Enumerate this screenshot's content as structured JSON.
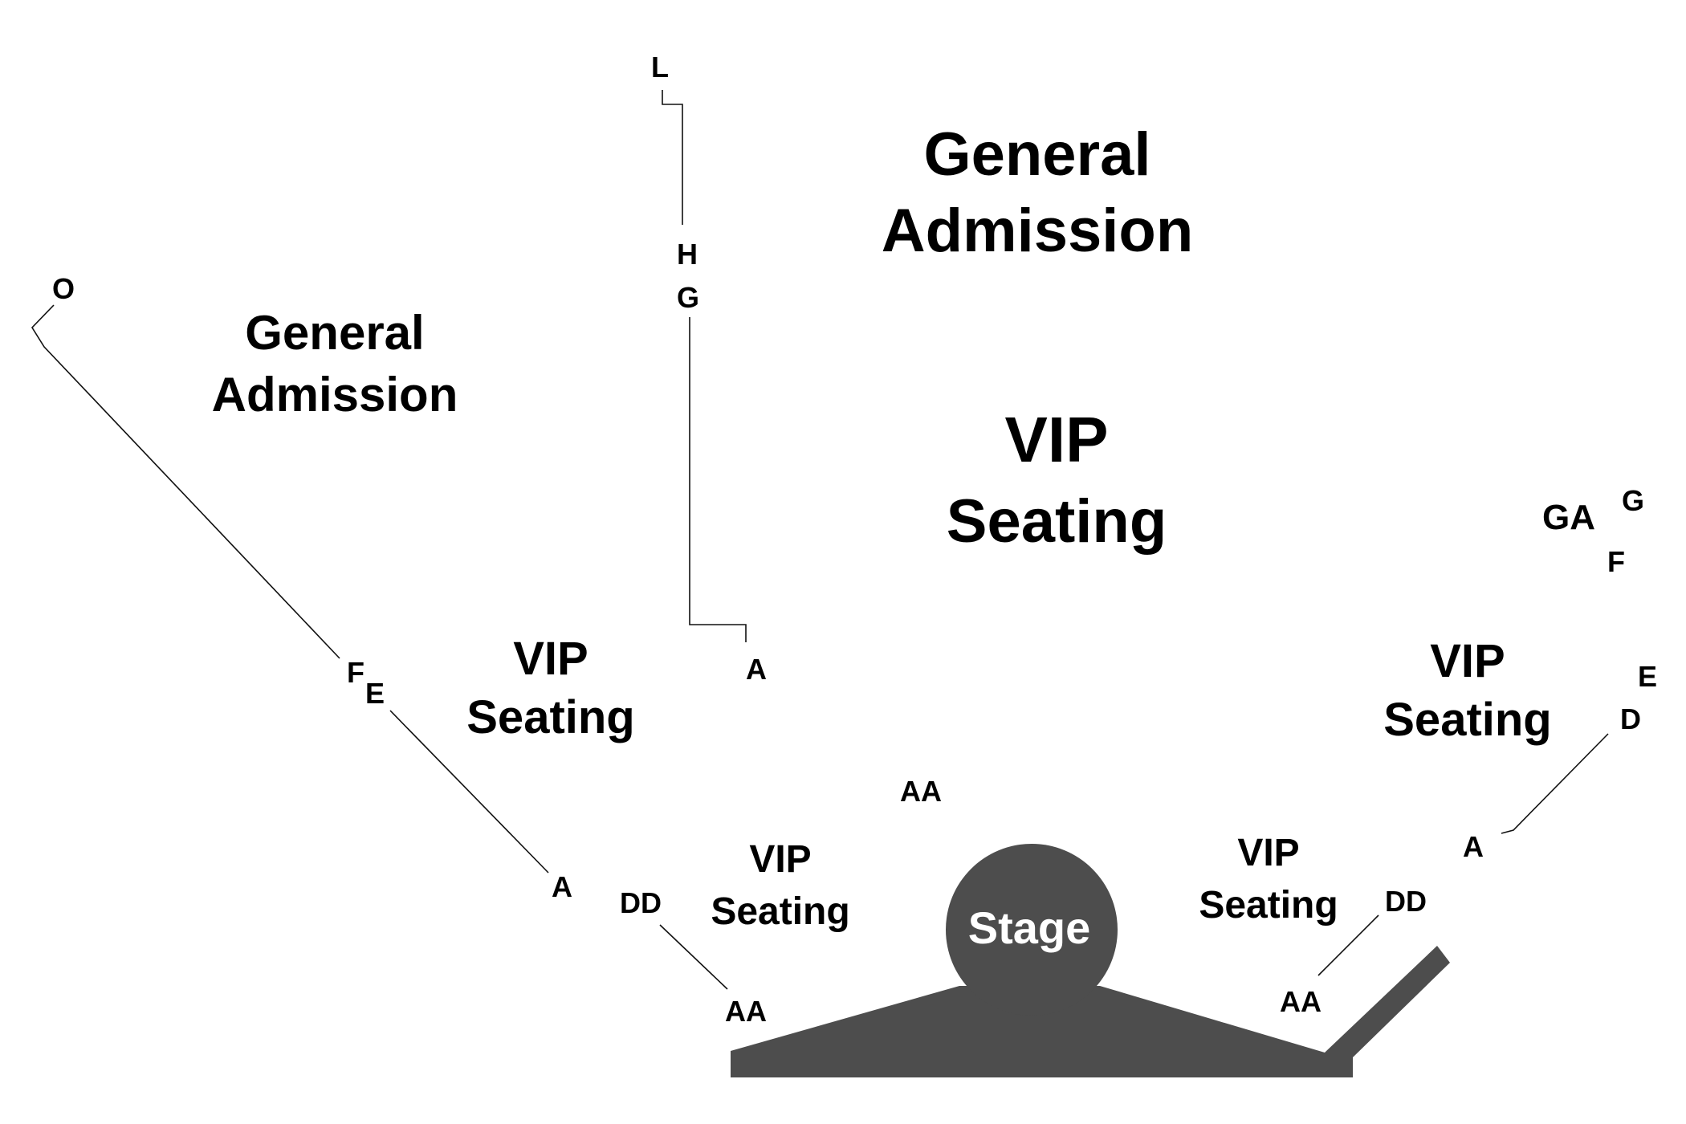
{
  "colors": {
    "stage_fill": "#4d4d4d",
    "stage_text": "#ffffff",
    "text": "#000000",
    "row_line": "#111111",
    "background": "#ffffff"
  },
  "stage": {
    "label": "Stage"
  },
  "zones": {
    "ga_center": {
      "line1": "General",
      "line2": "Admission"
    },
    "ga_left": {
      "line1": "General",
      "line2": "Admission"
    },
    "vip_center": {
      "line1": "VIP",
      "line2": "Seating"
    },
    "vip_left": {
      "line1": "VIP",
      "line2": "Seating"
    },
    "vip_right": {
      "line1": "VIP",
      "line2": "Seating"
    },
    "vip_front_left": {
      "line1": "VIP",
      "line2": "Seating"
    },
    "vip_front_right": {
      "line1": "VIP",
      "line2": "Seating"
    }
  },
  "rows": {
    "left_o": "O",
    "left_f": "F",
    "left_e": "E",
    "left_a": "A",
    "center_l": "L",
    "center_h": "H",
    "center_g": "G",
    "center_a": "A",
    "front_left_dd": "DD",
    "front_left_aa": "AA",
    "center_aa": "AA",
    "front_right_dd": "DD",
    "front_right_aa": "AA",
    "right_ga": "GA",
    "right_g": "G",
    "right_f": "F",
    "right_e": "E",
    "right_d": "D",
    "right_a": "A"
  }
}
